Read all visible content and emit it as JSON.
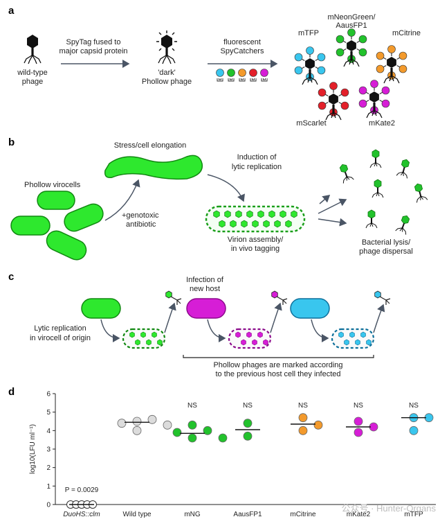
{
  "panel_a": {
    "letter": "a",
    "wild_type_label": [
      "wild-type",
      "phage"
    ],
    "step1_label": [
      "SpyTag fused to",
      "major capsid protein"
    ],
    "dark_label": [
      "'dark'",
      "Phollow phage"
    ],
    "step2_label": [
      "fluorescent",
      "SpyCatchers"
    ],
    "variants": [
      {
        "name": "mTFP",
        "color": "#39c6ee"
      },
      {
        "name": "mNeonGreen/ AausFP1",
        "color": "#22c22c"
      },
      {
        "name": "mCitrine",
        "color": "#f39a2c"
      },
      {
        "name": "mScarlet",
        "color": "#e3202a"
      },
      {
        "name": "mKate2",
        "color": "#d61ed6"
      }
    ]
  },
  "panel_b": {
    "letter": "b",
    "virocells_label": "Phollow virocells",
    "stress_label": "Stress/cell elongation",
    "antibiotic_label": [
      "+genotoxic",
      "antibiotic"
    ],
    "induction_label": [
      "Induction of",
      "lytic replication"
    ],
    "assembly_label": [
      "Virion assembly/",
      "in vivo tagging"
    ],
    "lysis_label": [
      "Bacterial lysis/",
      "phage dispersal"
    ]
  },
  "panel_c": {
    "letter": "c",
    "infection_label": [
      "Infection of",
      "new host"
    ],
    "lytic_label": [
      "Lytic replication",
      "in virocell of origin"
    ],
    "marked_label": [
      "Phollow phages are marked according",
      "to the previous host cell they infected"
    ]
  },
  "panel_d": {
    "letter": "d",
    "watermark": "公众号 · Hunter-Organs",
    "chart_data": {
      "type": "scatter",
      "ylabel": "log10(LFU ml⁻¹)",
      "ylim": [
        0,
        6
      ],
      "yticks": [
        0,
        1,
        2,
        3,
        4,
        5,
        6
      ],
      "categories": [
        "DuoHS::clm",
        "Wild type",
        "mNG",
        "AausFP1",
        "mCitrine",
        "mKate2",
        "mTFP"
      ],
      "annotations": [
        "P = 0.0029",
        "",
        "NS",
        "NS",
        "NS",
        "NS",
        "NS"
      ],
      "colors": [
        "#ffffff",
        "#dcdcdc",
        "#22c22c",
        "#22c22c",
        "#f39a2c",
        "#d61ed6",
        "#39c6ee"
      ],
      "points": [
        [
          0,
          0,
          0,
          0,
          0
        ],
        [
          4.5,
          4.6,
          4.4,
          4.3,
          4.0
        ],
        [
          4.3,
          4.0,
          3.9,
          3.6,
          3.6
        ],
        [
          4.4,
          3.7
        ],
        [
          4.7,
          4.3,
          4.0
        ],
        [
          4.5,
          4.2,
          3.9
        ],
        [
          4.7,
          4.7,
          4.0
        ]
      ],
      "means": [
        0,
        4.45,
        3.85,
        4.05,
        4.35,
        4.2,
        4.7
      ]
    }
  }
}
